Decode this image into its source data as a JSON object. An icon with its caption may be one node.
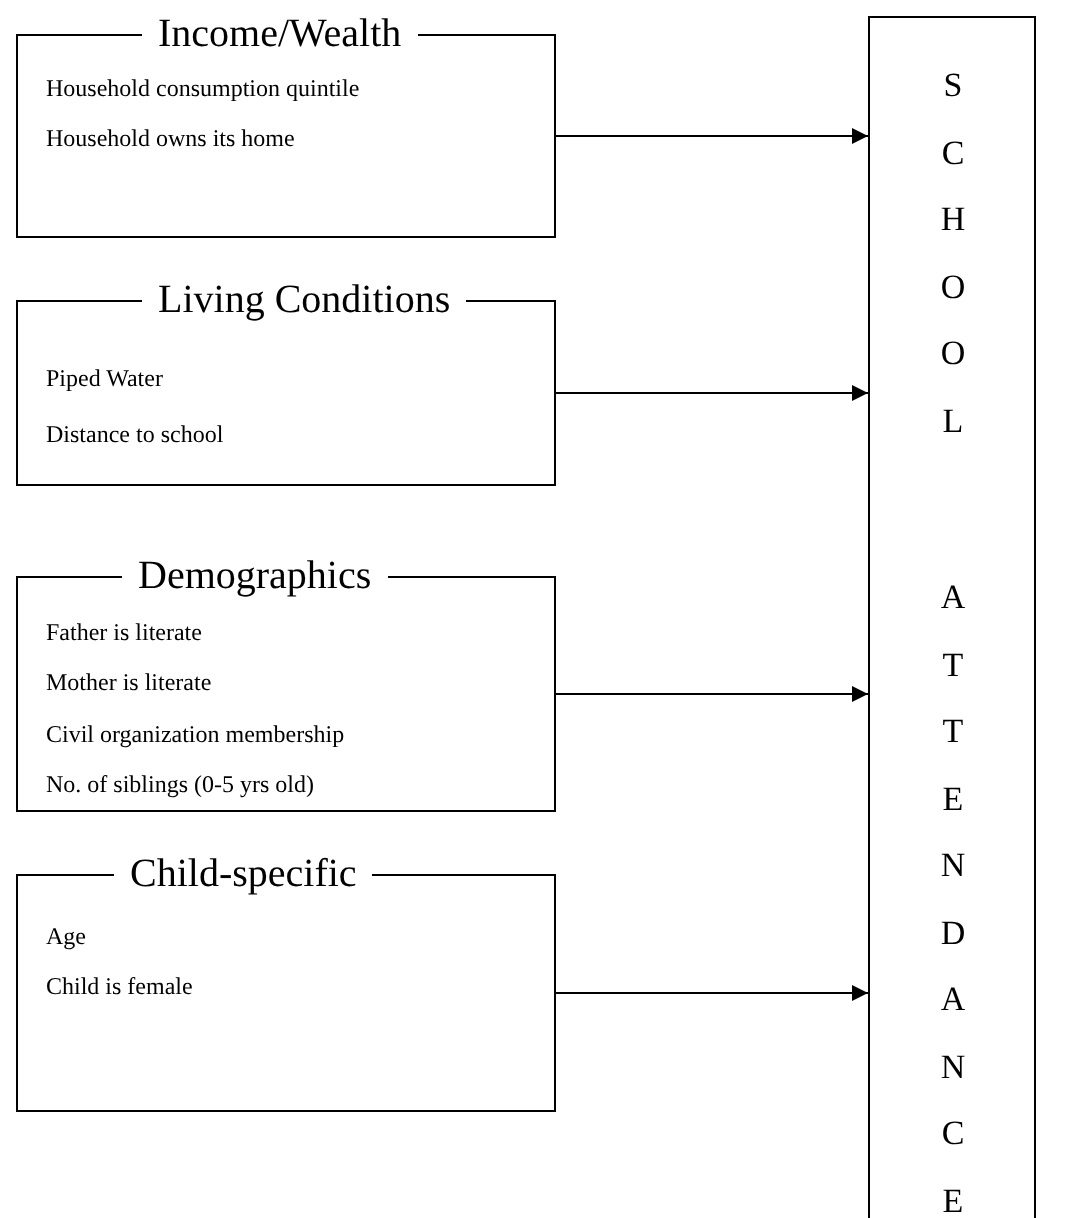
{
  "diagram": {
    "nodes": [
      {
        "text": [
          "Income/Wealth",
          "Household consumption quintile",
          "Household owns its home"
        ]
      },
      {
        "text": [
          "Living Conditions",
          "Piped Water",
          "Distance to school"
        ]
      },
      {
        "text": [
          "Demographics",
          "Father is literate",
          "Mother is literate",
          "Civil organization membership",
          "No. of siblings (0-5 yrs old)"
        ]
      },
      {
        "text": [
          "Child-specific",
          "Age",
          "Child is female"
        ]
      },
      {
        "text": [
          "SCHOOL",
          "ATTENDANCE"
        ]
      }
    ],
    "edges": [
      {
        "from": 0,
        "to": 4,
        "arrow": "to"
      },
      {
        "from": 1,
        "to": 4,
        "arrow": "to"
      },
      {
        "from": 2,
        "to": 4,
        "arrow": "to"
      },
      {
        "from": 3,
        "to": 4,
        "arrow": "to"
      }
    ]
  }
}
